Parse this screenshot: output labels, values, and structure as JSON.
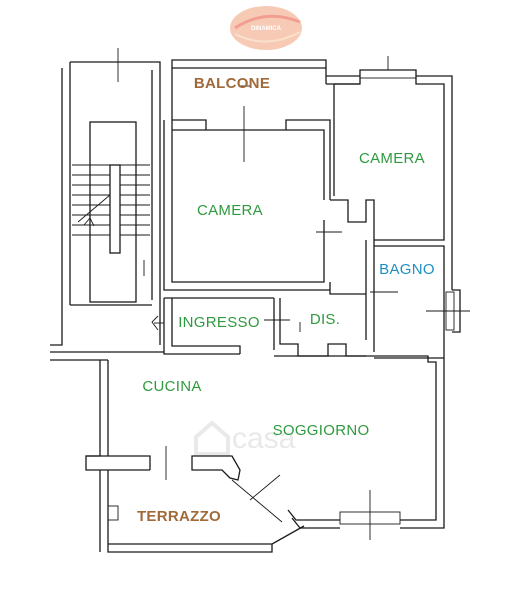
{
  "logo": {
    "text": "DINAMICA",
    "color": "#e8523a"
  },
  "watermark": {
    "text": "casa"
  },
  "rooms": {
    "balcone": "BALCONE",
    "camera_1": "CAMERA",
    "camera_2": "CAMERA",
    "bagno": "BAGNO",
    "ingresso": "INGRESSO",
    "dis": "DIS.",
    "cucina": "CUCINA",
    "soggiorno": "SOGGIORNO",
    "terrazzo": "TERRAZZO"
  },
  "colors": {
    "room_label": "#2e9a3e",
    "outdoor_label": "#a0693a",
    "bath_label": "#1f8fc0",
    "wall": "#1a1a1a"
  }
}
